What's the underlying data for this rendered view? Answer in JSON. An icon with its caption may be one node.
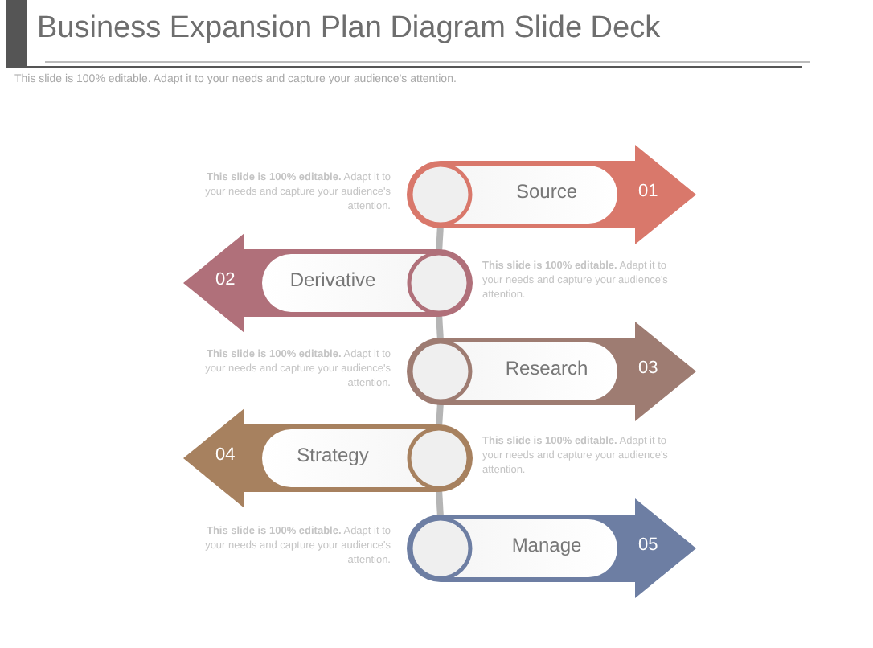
{
  "diagram": {
    "title": "Business Expansion Plan Diagram Slide Deck",
    "nodes": [
      {
        "text": [
          "Source",
          "01"
        ],
        "beside": [
          "**This slide is 100% editable.** Adapt it to your needs and capture your audience's attention."
        ]
      },
      {
        "text": [
          "02",
          "Derivative"
        ],
        "beside": [
          "**This slide is 100% editable.** Adapt it to your needs and capture your audience's attention."
        ]
      },
      {
        "text": [
          "Research",
          "03"
        ],
        "beside": [
          "**This slide is 100% editable.** Adapt it to your needs and capture your audience's attention."
        ]
      },
      {
        "text": [
          "04",
          "Strategy"
        ],
        "beside": [
          "**This slide is 100% editable.** Adapt it to your needs and capture your audience's attention."
        ]
      },
      {
        "text": [
          "Manage",
          "05"
        ],
        "beside": [
          "**This slide is 100% editable.** Adapt it to your needs and capture your audience's attention."
        ]
      }
    ],
    "edges": [
      {
        "from": 0,
        "to": 1,
        "arrow": "none"
      },
      {
        "from": 1,
        "to": 2,
        "arrow": "none"
      },
      {
        "from": 2,
        "to": 3,
        "arrow": "none"
      },
      {
        "from": 3,
        "to": 4,
        "arrow": "none"
      }
    ],
    "labels": [
      "This slide is 100% editable. Adapt it to your needs and capture your audience's attention."
    ]
  }
}
